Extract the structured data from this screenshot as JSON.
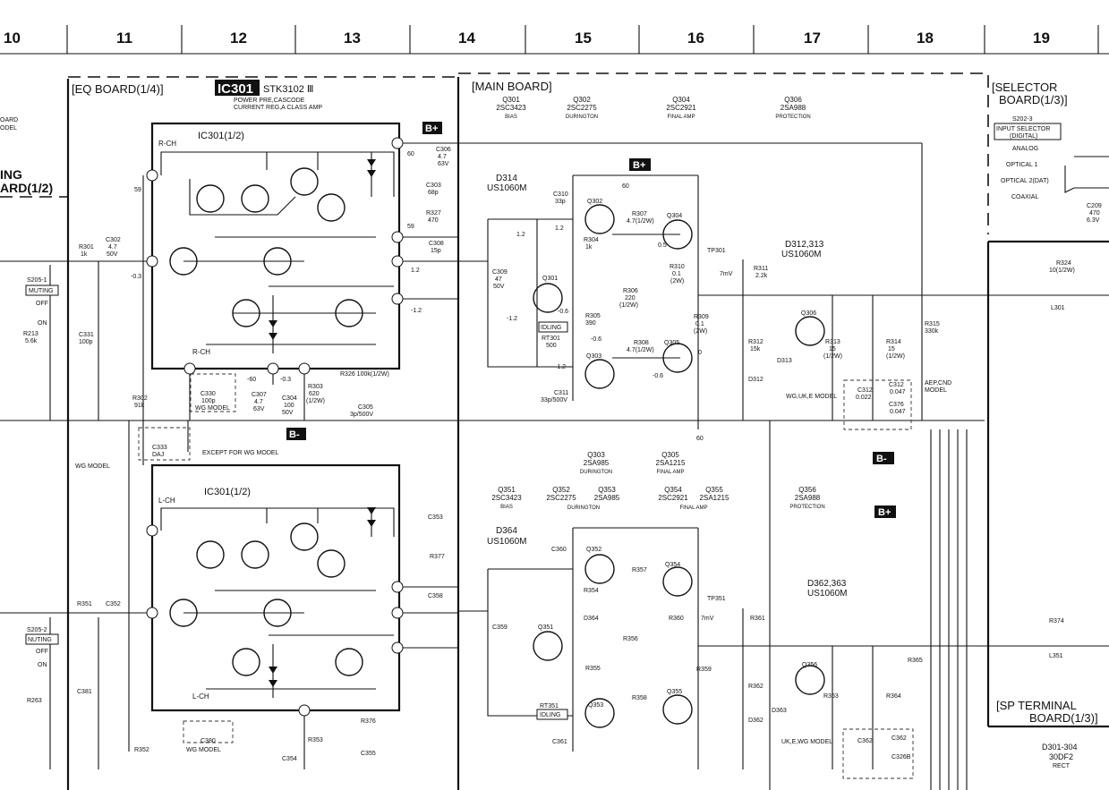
{
  "grid": [
    "10",
    "11",
    "12",
    "13",
    "14",
    "15",
    "16",
    "17",
    "18",
    "19"
  ],
  "eq": {
    "title": "[EQ BOARD(1/4)]",
    "ic_badge": "IC301",
    "ic_part": "STK3102 Ⅲ",
    "ic_desc1": "POWER PRE,CASCODE",
    "ic_desc2": "CURRENT REG,A CLASS AMP",
    "ic_r": "IC301(1/2)",
    "ic_l": "IC301(1/2)",
    "rch1": "R-CH",
    "rch2": "R-CH",
    "lch1": "L-CH",
    "lch2": "L-CH"
  },
  "left_edge": {
    "board_a": "OARD",
    "board_b": "ODEL",
    "ing": "ING",
    "ard": "ARD(1/2)"
  },
  "main": {
    "title": "[MAIN BOARD]",
    "tr_top": [
      {
        "ref": "Q301",
        "part": "2SC3423",
        "role": "BIAS"
      },
      {
        "ref": "Q302",
        "part": "2SC2275",
        "role": "DURINGTON"
      },
      {
        "ref": "Q304",
        "part": "2SC2921",
        "role": "FINAL AMP"
      },
      {
        "ref": "Q306",
        "part": "2SA988",
        "role": "PROTECTION"
      }
    ],
    "tr_mid": [
      {
        "ref": "Q303",
        "part": "2SA985",
        "role": "DURINGTON"
      },
      {
        "ref": "Q305",
        "part": "2SA1215",
        "role": "FINAL AMP"
      }
    ],
    "tr_bot": [
      {
        "ref": "Q351",
        "part": "2SC3423",
        "role": "BIAS"
      },
      {
        "ref": "Q352",
        "part": "2SC2275",
        "role": ""
      },
      {
        "ref": "Q353",
        "part": "2SA985",
        "role": ""
      },
      {
        "ref": "Q354",
        "part": "2SC2921",
        "role": ""
      },
      {
        "ref": "Q355",
        "part": "2SA1215",
        "role": ""
      },
      {
        "ref": "Q356",
        "part": "2SA988",
        "role": "PROTECTION"
      }
    ],
    "dur_bar": "DURINGTON",
    "fin_bar": "FINAL AMP",
    "d314": "D314",
    "d314p": "US1060M",
    "d364": "D364",
    "d364p": "US1060M",
    "d312": "D312,313",
    "d312p": "US1060M",
    "d362": "D362,363",
    "d362p": "US1060M",
    "bplus": "B+",
    "bminus": "B-"
  },
  "sel": {
    "title1": "[SELECTOR",
    "title2": "BOARD(1/3)]",
    "sw": "S202-3",
    "input_sel": "INPUT SELECTOR",
    "digital": "(DIGITAL)",
    "analog": "ANALOG",
    "opt1": "OPTICAL 1",
    "opt2": "OPTICAL 2(DAT)",
    "coax": "COAXIAL",
    "c209": "C209",
    "c209v": "470",
    "c209u": "6.3V"
  },
  "sp": {
    "title1": "[SP TERMINAL",
    "title2": "BOARD(1/3)]",
    "diode": "D301-304",
    "dpart": "30DF2",
    "drect": "RECT"
  },
  "labels": {
    "r301": "R301",
    "r301v": "1k",
    "c302": "C302",
    "c302v": "4.7",
    "c302u": "50V",
    "v03": "-0.3",
    "s2051": "S205-1",
    "muting": "MUTING",
    "off": "OFF",
    "on": "ON",
    "r213": "R213",
    "r213v": "5.6k",
    "c331": "C331",
    "c331v": "100p",
    "v59": "59",
    "v60": "60",
    "c306": "C306",
    "c306v": "4.7",
    "c306u": "63V",
    "c303": "C303",
    "c303v": "68p",
    "r327": "R327",
    "r327v": "470",
    "c308": "C308",
    "c308v": "15p",
    "v59b": "59",
    "v12": "1.2",
    "vm12": "-1.2",
    "r302": "R302",
    "r302v": "91k",
    "c330": "C330",
    "c330v": "100p",
    "wg": "WG MODEL",
    "c307": "C307",
    "c307v": "4.7",
    "c307u": "63V",
    "c304": "C304",
    "c304v": "100",
    "c304u": "50V",
    "r303": "R303",
    "r303v": "620",
    "r303u": "(1/2W)",
    "r326": "R326 100k(1/2W)",
    "c305": "C305",
    "c305v": "3p/500V",
    "vm60": "-60",
    "vm03b": "-0.3",
    "c333": "C333",
    "c333v": "DAJ",
    "except": "EXCEPT FOR WG MODEL",
    "wgmodel": "WG MODEL",
    "c310": "C310",
    "c310v": "33p",
    "q302": "Q302",
    "v60b": "60",
    "r307": "R307",
    "r307v": "4.7(1/2W)",
    "q304": "Q304",
    "v12b": "1.2",
    "r304": "R304",
    "r304v": "1k",
    "v05": "0.5",
    "tp301": "TP301",
    "r310": "R310",
    "r310v": "0.1",
    "r310u": "(2W)",
    "mv7": "7mV",
    "r311": "R311",
    "r311v": "2.2k",
    "v12c": "1.2",
    "c309": "C309",
    "c309v": "47",
    "c309u": "50V",
    "q301": "Q301",
    "vm06": "-0.6",
    "r306": "R306",
    "r306v": "220",
    "r306u": "(1/2W)",
    "idling": "IDLING",
    "r305": "R305",
    "r305v": "390",
    "rt301": "RT301",
    "rt301v": "500",
    "vm12b": "-1.2",
    "vm06b": "-0.6",
    "r308": "R308",
    "r308v": "4.7(1/2W)",
    "q305": "Q305",
    "vm06c": "-0.6",
    "v0": "0",
    "r309": "R309",
    "r309v": "0.1",
    "r309u": "(2W)",
    "q303": "Q303",
    "vm12c": "-1.2",
    "c311": "C311",
    "c311v": "33p/500V",
    "v60c": "60",
    "q306": "Q306",
    "r312": "R312",
    "r312v": "15k",
    "d313": "D313",
    "d312b": "D312",
    "r313": "R313",
    "r313v": "15",
    "r313u": "(1/2W)",
    "r314": "R314",
    "r314v": "15",
    "r314u": "(1/2W)",
    "r315": "R315",
    "r315v": "330k",
    "wguk": "WG,UK,E MODEL",
    "c312": "C312",
    "c312v": "0.022",
    "c312b": "C312",
    "c312bv": "0.047",
    "c376": "C376",
    "c376v": "0.047",
    "aep": "AEP,CND",
    "aepm": "MODEL",
    "r324": "R324",
    "r324v": "10(1/2W)",
    "l301": "L301",
    "r351": "R351",
    "c352": "C352",
    "s2052": "S205-2",
    "nuting": "NUTING",
    "off2": "OFF",
    "on2": "ON",
    "c381": "C381",
    "r263": "R263",
    "c353": "C353",
    "r377": "R377",
    "c358": "C358",
    "r352": "R352",
    "c380": "C380",
    "wg2": "WG MODEL",
    "r353": "R353",
    "c354": "C354",
    "r376": "R376",
    "c355": "C355",
    "c360": "C360",
    "q352": "Q352",
    "r357": "R357",
    "q354": "Q354",
    "r354": "R354",
    "d364b": "D364",
    "r356": "R356",
    "tp351": "TP351",
    "r360": "R360",
    "mv7b": "7mV",
    "r361": "R361",
    "c359": "C359",
    "q351": "Q351",
    "r355": "R355",
    "rt351": "RT351",
    "idling2": "IDLING",
    "r358": "R358",
    "q353": "Q353",
    "q355": "Q355",
    "r359": "R359",
    "c361": "C361",
    "r362": "R362",
    "d362b": "D362",
    "d363": "D363",
    "q356": "Q356",
    "r363": "R363",
    "r364": "R364",
    "r365": "R365",
    "ukewg": "UK,E,WG MODEL",
    "c362": "C362",
    "c362b": "C362",
    "c326b": "C326B",
    "r374": "R374",
    "l351": "L351"
  }
}
